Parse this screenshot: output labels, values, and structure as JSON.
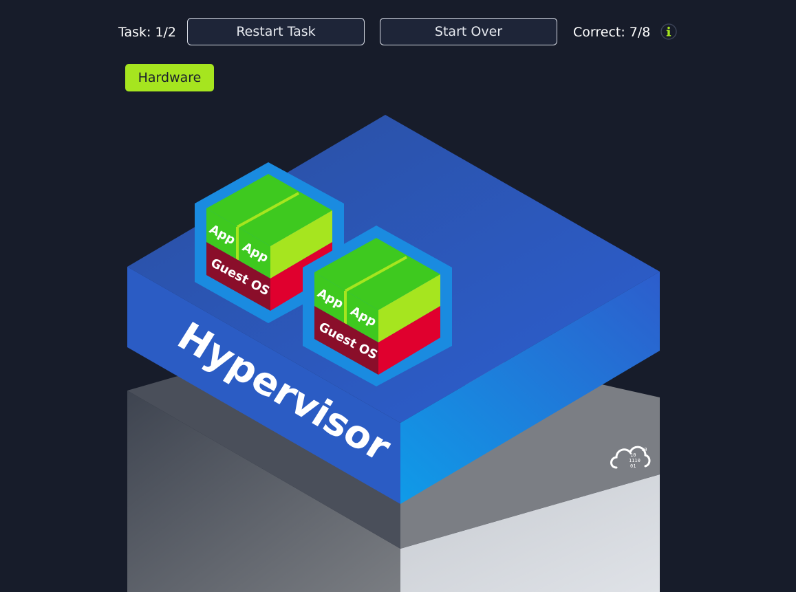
{
  "topbar": {
    "task_label": "Task: 1/2",
    "restart_label": "Restart Task",
    "start_over_label": "Start Over",
    "correct_label": "Correct: 7/8",
    "info_icon": "info-icon"
  },
  "palette": {
    "background": "#171c2a",
    "accent": "#a6e51f",
    "hypervisor": "#2b5fc0",
    "guest_os": "#e0002e",
    "app": "#3ec91f"
  },
  "draggable": {
    "hardware_label": "Hardware"
  },
  "diagram": {
    "hypervisor_label": "Hypervisor",
    "vms": [
      {
        "app_labels": [
          "App",
          "App"
        ],
        "os_label": "Guest OS"
      },
      {
        "app_labels": [
          "App",
          "App"
        ],
        "os_label": "Guest OS"
      }
    ],
    "hardware_icon": "cloud-binary-icon"
  }
}
